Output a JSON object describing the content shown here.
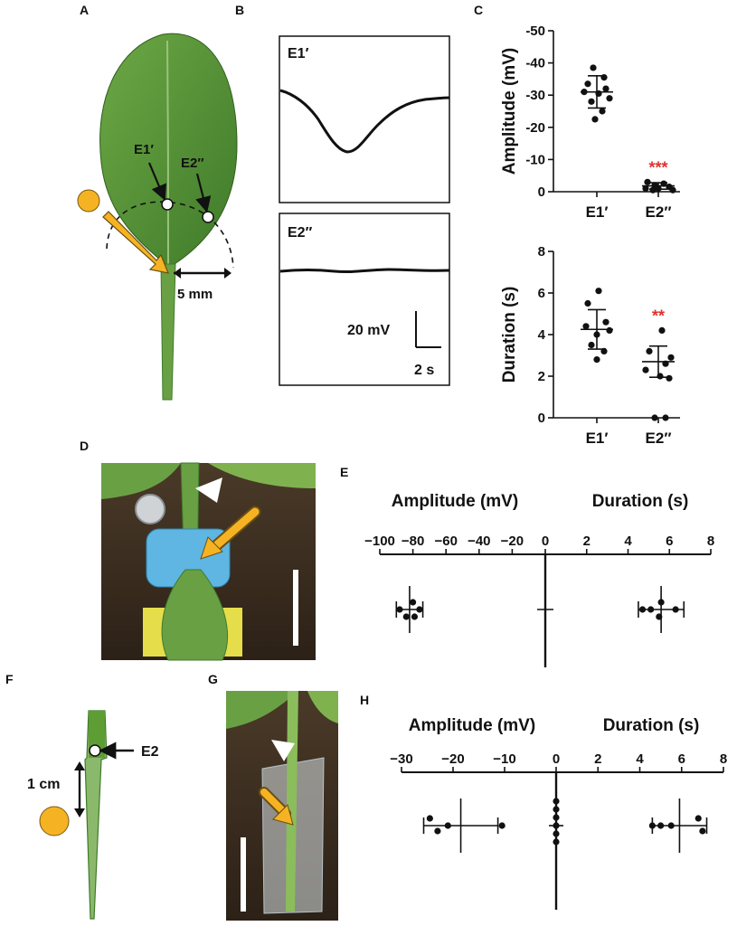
{
  "panels": {
    "A": {
      "label": "A",
      "electrode1": "E1′",
      "electrode2": "E2″",
      "distance": "5 mm"
    },
    "B": {
      "label": "B",
      "trace1_label": "E1′",
      "trace2_label": "E2″",
      "scale_v": "20 mV",
      "scale_t": "2 s"
    },
    "C": {
      "label": "C"
    },
    "D": {
      "label": "D"
    },
    "E": {
      "label": "E",
      "amp_title": "Amplitude (mV)",
      "dur_title": "Duration (s)"
    },
    "F": {
      "label": "F",
      "electrode": "E2",
      "distance": "1 cm"
    },
    "G": {
      "label": "G"
    },
    "H": {
      "label": "H",
      "amp_title": "Amplitude (mV)",
      "dur_title": "Duration (s)"
    }
  },
  "colors": {
    "leaf": "#5f9a3d",
    "leaf_dark": "#3f7a2a",
    "stimulus": "#f5b324",
    "significance": "#e03030",
    "axis": "#111111"
  },
  "chart_data": [
    {
      "id": "C-amplitude",
      "type": "scatter",
      "ylabel": "Amplitude (mV)",
      "categories": [
        "E1′",
        "E2″"
      ],
      "ylim": [
        0,
        -50
      ],
      "yticks": [
        0,
        -10,
        -20,
        -30,
        -40,
        -50
      ],
      "ytick_labels": [
        "0",
        "-10",
        "-20",
        "-30",
        "-40",
        "-50"
      ],
      "series": [
        {
          "category": "E1′",
          "values": [
            -38.5,
            -35.5,
            -33.5,
            -32,
            -31,
            -30.5,
            -29,
            -28,
            -25,
            -22.5
          ],
          "mean": -31,
          "sd": 5
        },
        {
          "category": "E2″",
          "values": [
            -3,
            -2.5,
            -2,
            -1.5,
            -1,
            -1,
            -0.5,
            -0.5
          ],
          "mean": -1.8,
          "sd": 1,
          "significance": "***"
        }
      ]
    },
    {
      "id": "C-duration",
      "type": "scatter",
      "ylabel": "Duration (s)",
      "categories": [
        "E1′",
        "E2″"
      ],
      "ylim": [
        0,
        8
      ],
      "yticks": [
        0,
        2,
        4,
        6,
        8
      ],
      "ytick_labels": [
        "0",
        "2",
        "4",
        "6",
        "8"
      ],
      "series": [
        {
          "category": "E1′",
          "values": [
            6.1,
            5.5,
            4.6,
            4.4,
            4.2,
            4.0,
            3.5,
            3.2,
            2.8
          ],
          "mean": 4.25,
          "sd": 0.95
        },
        {
          "category": "E2″",
          "values": [
            4.2,
            3.2,
            2.9,
            2.6,
            2.3,
            2.0,
            1.9,
            0.0,
            0.0
          ],
          "mean": 2.7,
          "sd": 0.75,
          "significance": "**"
        }
      ]
    },
    {
      "id": "E",
      "type": "scatter",
      "amplitude": {
        "title": "Amplitude (mV)",
        "xlim": [
          -100,
          0
        ],
        "xticks": [
          -100,
          -80,
          -60,
          -40,
          -20,
          0
        ],
        "xtick_labels": [
          "−100",
          "−80",
          "−60",
          "−40",
          "−20",
          "0"
        ],
        "values": [
          -88,
          -80,
          -76,
          -84,
          -79
        ],
        "mean": -82,
        "sd": 8,
        "center_mark": 0
      },
      "duration": {
        "title": "Duration (s)",
        "xlim": [
          0,
          8
        ],
        "xticks": [
          2,
          4,
          6,
          8
        ],
        "xtick_labels": [
          "2",
          "4",
          "6",
          "8"
        ],
        "values": [
          4.7,
          5.1,
          5.6,
          6.3,
          5.5
        ],
        "mean": 5.6,
        "sd": 1.1
      }
    },
    {
      "id": "H",
      "type": "scatter",
      "amplitude": {
        "title": "Amplitude (mV)",
        "xlim": [
          -30,
          0
        ],
        "xticks": [
          -30,
          -20,
          -10,
          0
        ],
        "xtick_labels": [
          "−30",
          "−20",
          "−10",
          "0"
        ],
        "values": [
          -24.5,
          -23,
          -21,
          -10.5
        ],
        "mean": -18.5,
        "sd": 7.2,
        "center_values": [
          0,
          0,
          0,
          0,
          0,
          0
        ],
        "center_offsets": [
          -3,
          -2,
          -1,
          0,
          1,
          2
        ]
      },
      "duration": {
        "title": "Duration (s)",
        "xlim": [
          0,
          8
        ],
        "xticks": [
          2,
          4,
          6,
          8
        ],
        "xtick_labels": [
          "2",
          "4",
          "6",
          "8"
        ],
        "values": [
          4.6,
          5.0,
          5.5,
          6.8,
          7.0
        ],
        "mean": 5.9,
        "sd": 1.3
      }
    }
  ]
}
